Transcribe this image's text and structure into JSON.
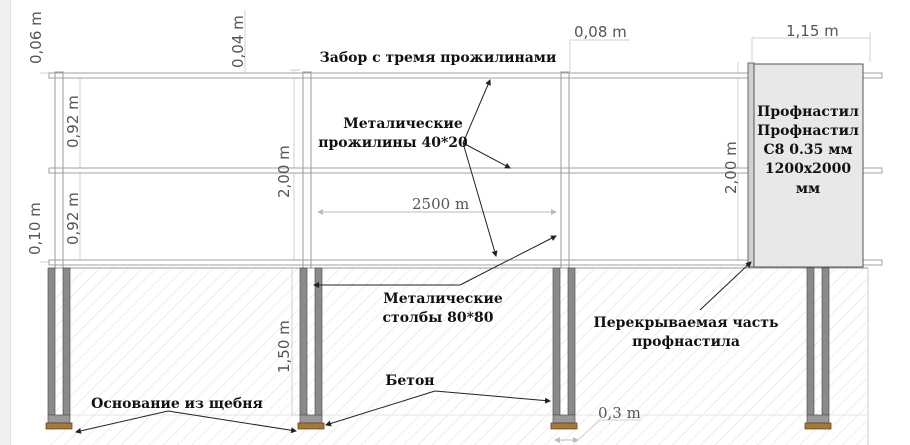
{
  "title": "Забор с тремя прожилинами",
  "dimensions": {
    "top_gap_left": "0,06 m",
    "top_gap_mid": "0,04 m",
    "post_offset": "0,08 m",
    "panel_width": "1,15 m",
    "rail_spacing_upper": "0,92 m",
    "rail_spacing_lower": "0,92 m",
    "bottom_gap": "0,10 m",
    "fence_height": "2,00 m",
    "panel_height": "2,00 m",
    "span": "2500 m",
    "depth": "1,50 m",
    "footing_width": "0,3 m"
  },
  "labels": {
    "rails_line1": "Металические",
    "rails_line2": "прожилины 40*20",
    "posts_line1": "Металические",
    "posts_line2": "столбы 80*80",
    "overlap_line1": "Перекрываемая часть",
    "overlap_line2": "профнастила",
    "concrete": "Бетон",
    "gravel_base": "Основание из щебня"
  },
  "panel": {
    "line1": "Профнастил",
    "line2": "Профнастил",
    "line3": "С8 0.35 мм",
    "line4": "1200x2000",
    "line5": "мм"
  },
  "colors": {
    "post_fill": "#8a8a8a",
    "rail_stroke": "#9a9a9a",
    "ground_hatch": "#d8d8d8",
    "footing": "#a8783a",
    "panel_fill": "#e8e8e8",
    "dim_line": "#c8c8c8"
  }
}
